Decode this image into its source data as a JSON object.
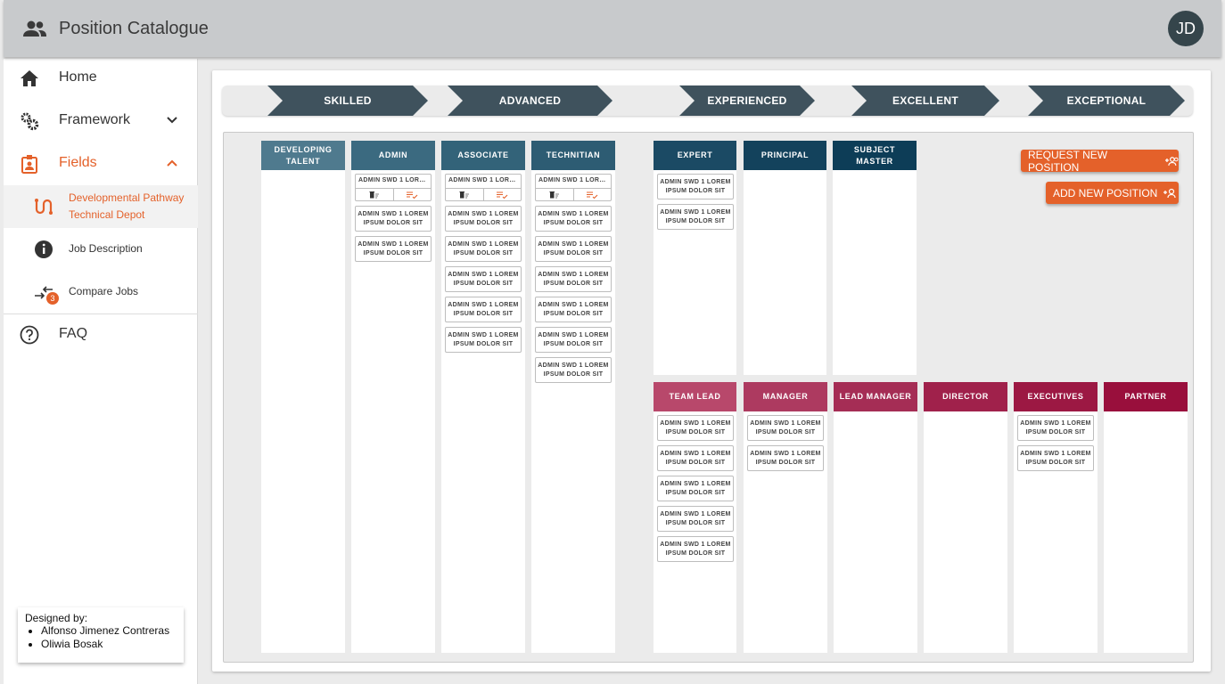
{
  "app": {
    "title": "Position Catalogue",
    "user_initials": "JD"
  },
  "sidebar": {
    "items": [
      {
        "label": "Home",
        "icon": "home-icon"
      },
      {
        "label": "Framework",
        "icon": "gears-icon"
      },
      {
        "label": "Fields",
        "icon": "badge-icon"
      },
      {
        "label": "FAQ",
        "icon": "help-circle-icon"
      }
    ],
    "sub_items": [
      {
        "label_line1": "Developmental Pathway",
        "label_line2": "Technical Depot",
        "icon": "pathway-icon"
      },
      {
        "label": "Job Description",
        "icon": "info-icon",
        "badge": "3"
      },
      {
        "label": "Compare Jobs",
        "icon": "compare-arrows-icon"
      }
    ],
    "designed_by": {
      "heading": "Designed by:",
      "names": [
        "Alfonso Jimenez Contreras",
        "Oliwia Bosak"
      ]
    }
  },
  "levels": [
    "SKILLED",
    "ADVANCED",
    "EXPERIENCED",
    "EXCELLENT",
    "EXCEPTIONAL"
  ],
  "entry": {
    "text": "ADMIN SWD 1 LOREM IPSUM DOLOR SIT",
    "truncated": "ADMIN SWD 1 LORE..."
  },
  "columns": {
    "developing_talent": "DEVELOPING TALENT",
    "admin": "ADMIN",
    "associate": "ASSOCIATE",
    "technitian": "TECHNITIAN",
    "expert": "EXPERT",
    "principal": "PRINCIPAL",
    "subject_master": "SUBJECT MASTER",
    "team_lead": "TEAM LEAD",
    "manager": "MANAGER",
    "lead_manager": "LEAD MANAGER",
    "director": "DIRECTOR",
    "executives": "EXECUTIVES",
    "partner": "PARTNER"
  },
  "entry_counts": {
    "developing_talent": 0,
    "admin": 3,
    "associate": 6,
    "technitian": 7,
    "expert": 2,
    "principal": 0,
    "subject_master": 0,
    "team_lead": 5,
    "manager": 2,
    "lead_manager": 0,
    "director": 0,
    "executives": 2,
    "partner": 0
  },
  "buttons": {
    "request_new_position": "REQUEST NEW POSITION",
    "add_new_position": "ADD NEW POSITION"
  },
  "colors": {
    "accent": "#e4612a",
    "slate": "#3f525d",
    "teal": "#3b6a80",
    "navy": "#0d3d57",
    "crimson": "#a01c46"
  }
}
